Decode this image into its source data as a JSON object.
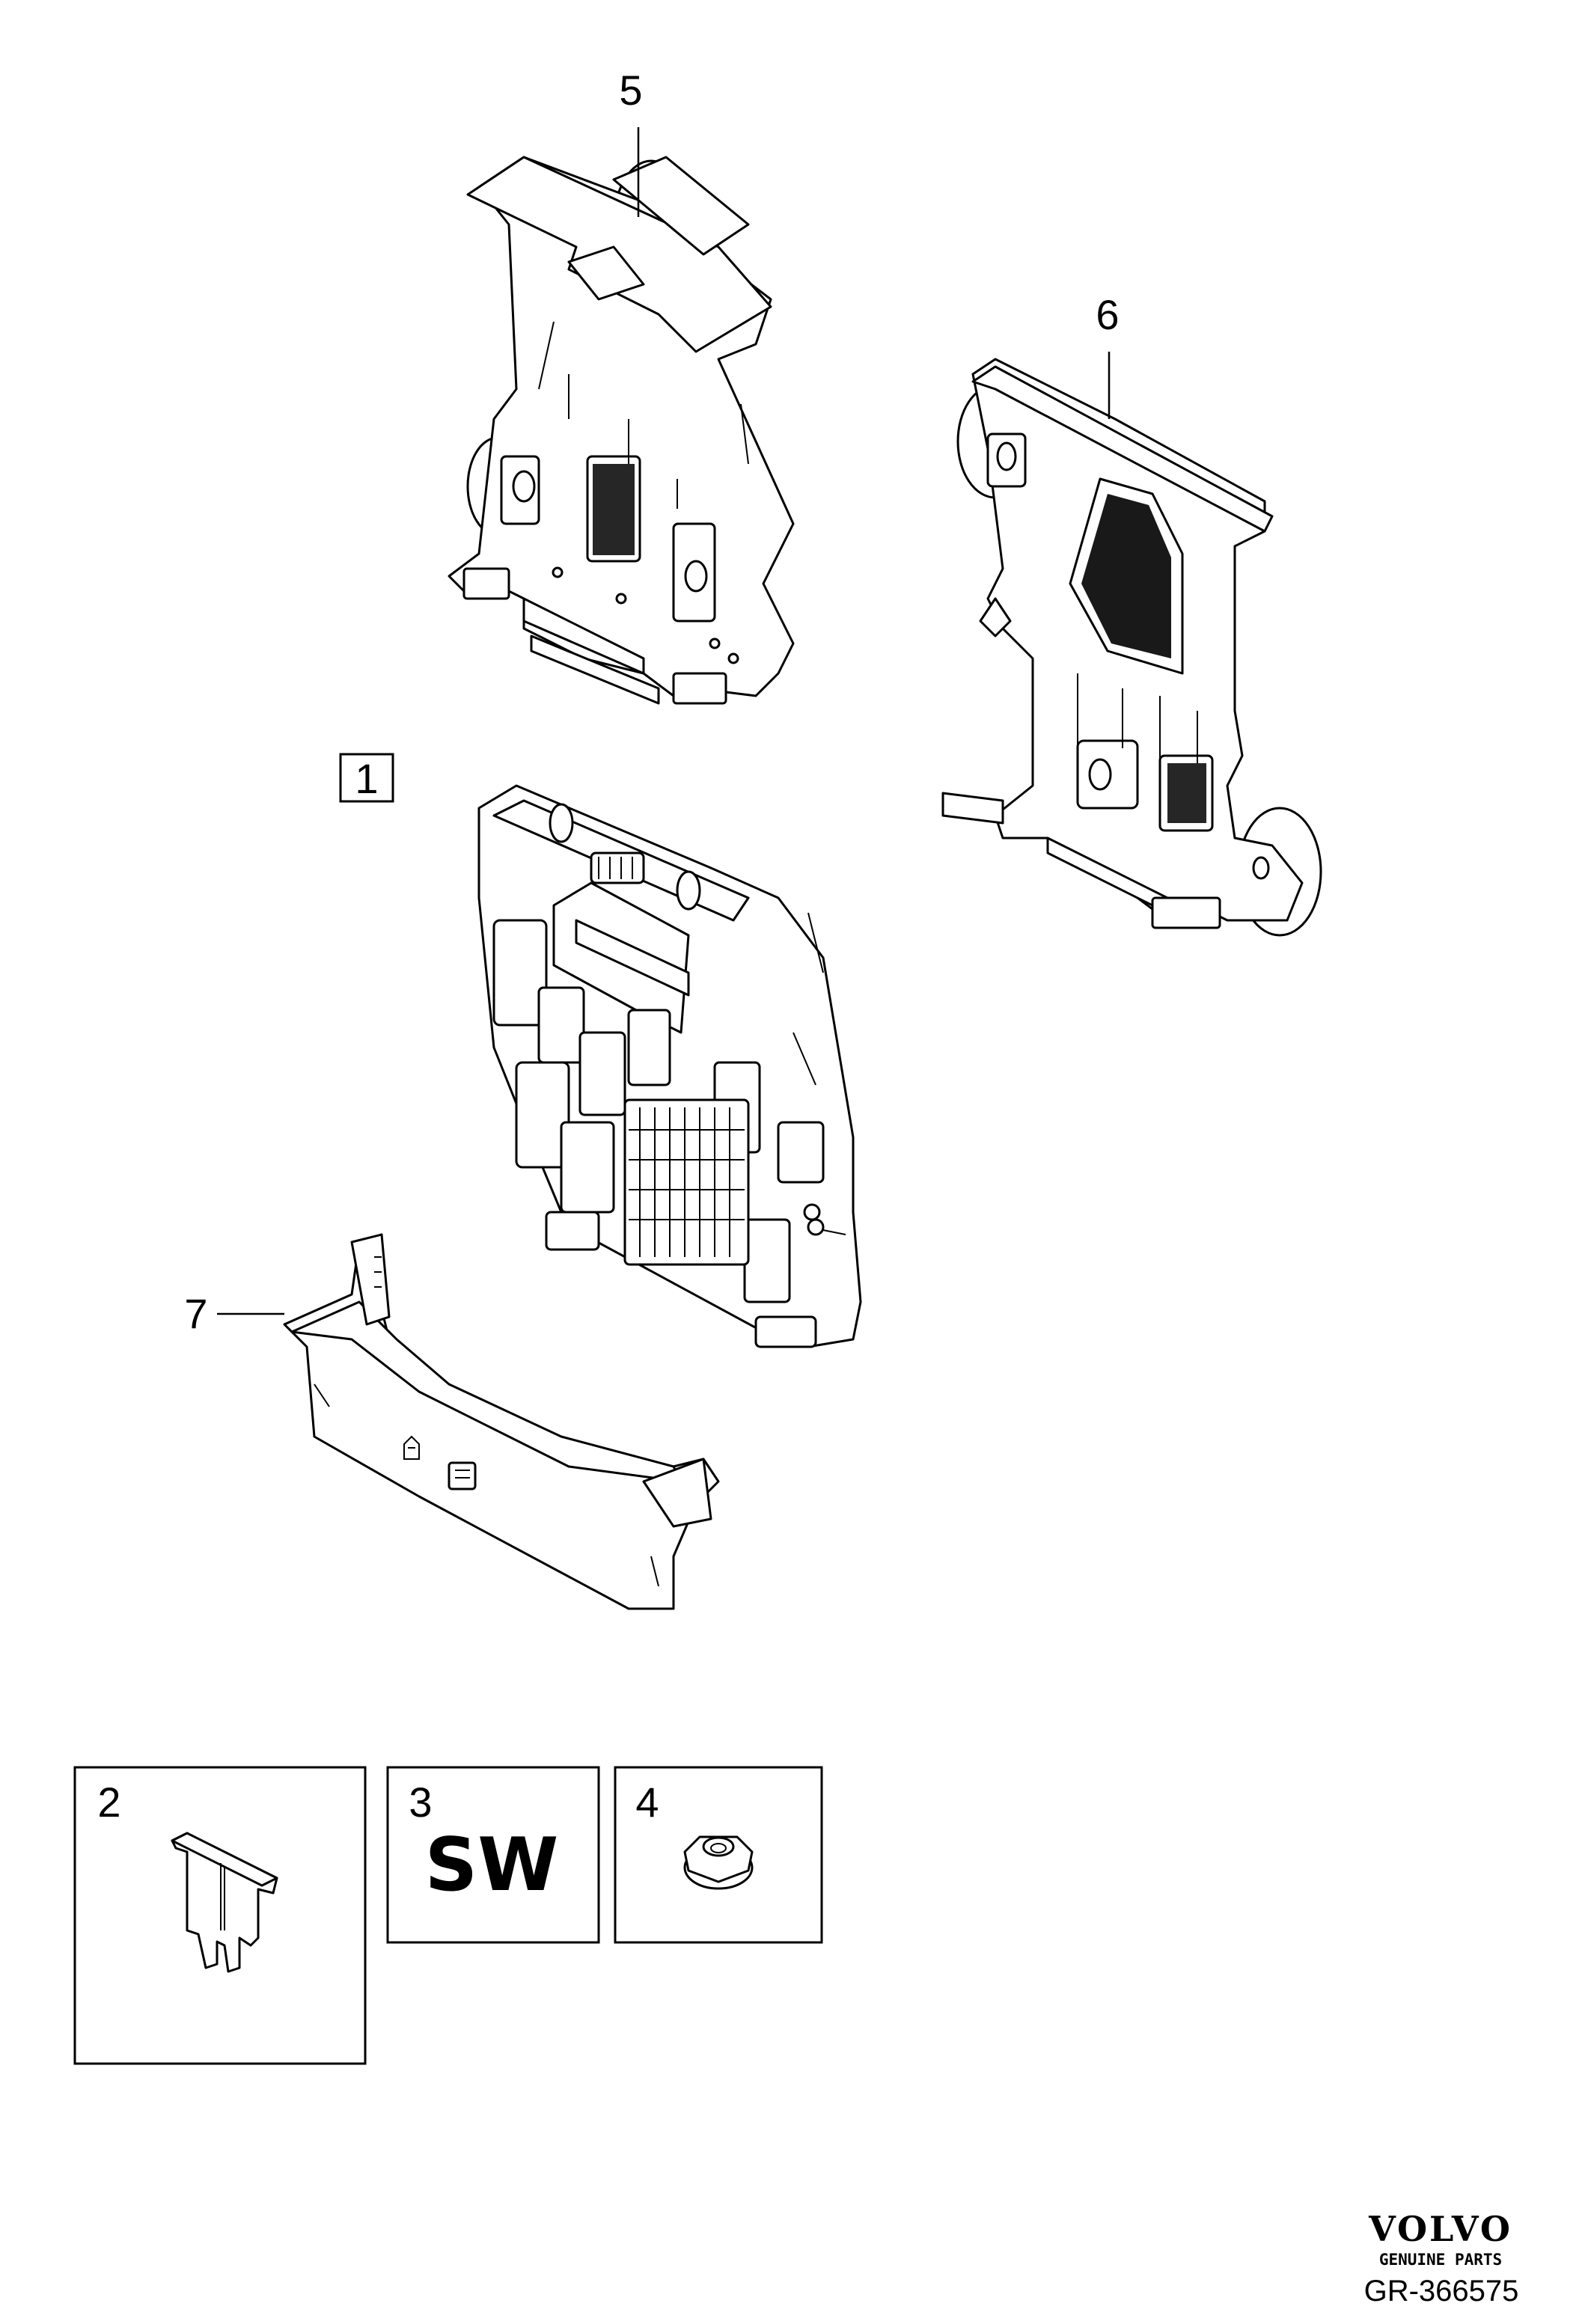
{
  "callouts": {
    "c1": "1",
    "c2": "2",
    "c3": "3",
    "c4": "4",
    "c5": "5",
    "c6": "6",
    "c7": "7"
  },
  "box3_text": "SW",
  "brand": {
    "logo": "VOLVO",
    "tagline": "GENUINE PARTS",
    "reference": "GR-366575"
  }
}
